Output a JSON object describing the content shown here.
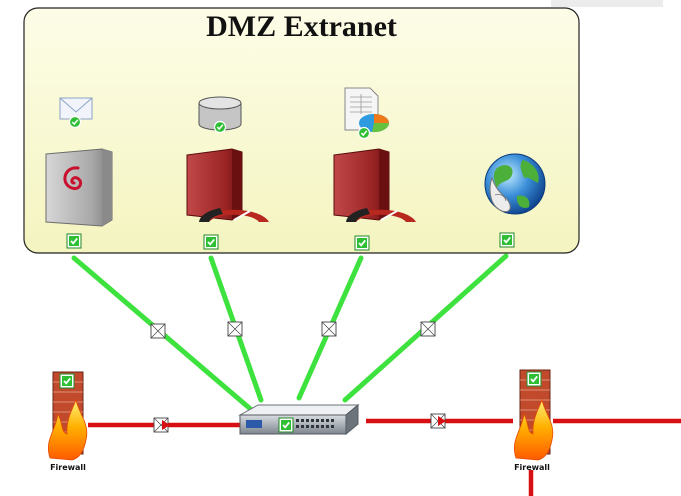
{
  "zone": {
    "title": "DMZ Extranet"
  },
  "firewalls": [
    {
      "label": "Firewall"
    },
    {
      "label": "Firewall"
    }
  ],
  "icons": {
    "mail": "mail-icon",
    "database": "database-icon",
    "report": "report-icon",
    "server_debian": "debian-server-icon",
    "server_gauge": "gauge-server-icon",
    "web": "web-globe-icon",
    "switch": "network-switch-icon",
    "firewall": "firewall-icon"
  },
  "colors": {
    "zone_fill": "#fbfbd9",
    "green_link": "#3ee23e",
    "red_link": "#d80f12",
    "status_ok": "#2fbf35"
  }
}
